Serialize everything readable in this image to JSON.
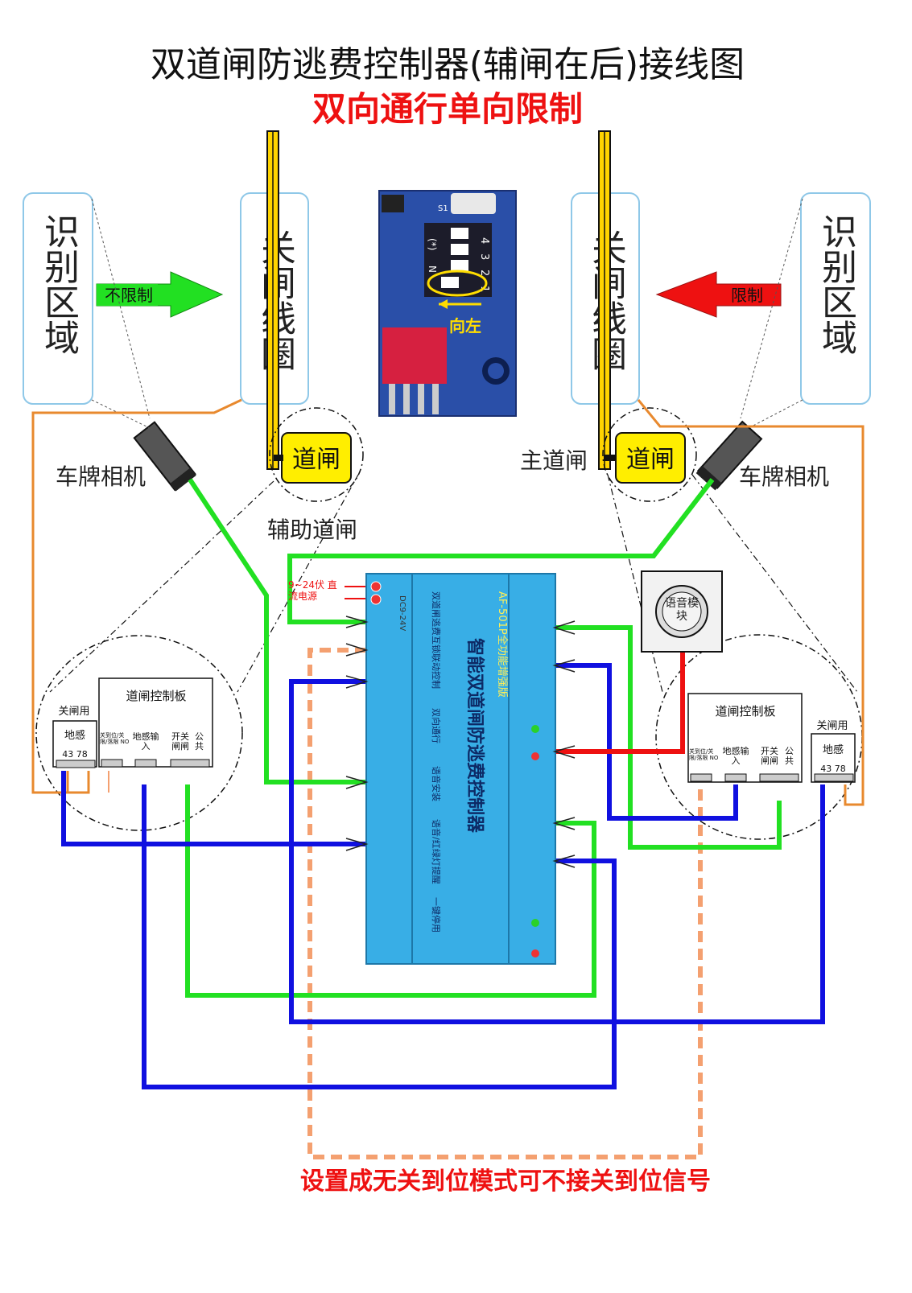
{
  "title": "双道闸防逃费控制器(辅闸在后)接线图",
  "subtitle": "双向通行单向限制",
  "footer_note": "设置成无关到位模式可不接关到位信号",
  "left": {
    "recognition_area": "识别区域",
    "loop_coil": "关闸线圈",
    "arrow_label": "不限制",
    "gate": "道闸",
    "gate_caption": "辅助道闸",
    "camera": "车牌相机"
  },
  "right": {
    "recognition_area": "识别区域",
    "loop_coil": "关闸线圈",
    "arrow_label": "限制",
    "gate": "道闸",
    "gate_caption": "主道闸",
    "camera": "车牌相机"
  },
  "dip_switch": {
    "label_s1": "S1",
    "numbers": [
      "4",
      "3",
      "2",
      "1"
    ],
    "mark": "(*)",
    "on_label": "N",
    "direction": "向左"
  },
  "power": {
    "label": "9~24伏 直流电源",
    "board_label": "DC9-24V"
  },
  "controller": {
    "model": "AF-501P全功能增强版",
    "name": "智能双道闸防逃费控制器",
    "features": [
      "双道闸逃费互锁联动控制",
      "双向通行",
      "语音安装",
      "语音/红绿灯提醒",
      "一键停用"
    ]
  },
  "voice_module": "语音模块",
  "left_board": {
    "title": "道闸控制板",
    "loop_box_title": "关闸用",
    "loop_box_label": "地感",
    "terminal_numbers": "43  78",
    "in_position": "关到位/关限/落限 NO",
    "loop_input": "地感输入",
    "open_close": "开关闸闸",
    "common": "公共"
  },
  "right_board": {
    "title": "道闸控制板",
    "loop_box_title": "关闸用",
    "loop_box_label": "地感",
    "terminal_numbers": "43  78",
    "in_position": "关到位/关限/落限 NO",
    "loop_input": "地感输入",
    "open_close": "开关闸闸",
    "common": "公共"
  },
  "colors": {
    "green_wire": "#22e022",
    "blue_wire": "#1010e0",
    "red_wire": "#ee1111",
    "orange_wire": "#e8892e",
    "dashed_orange": "#f4a070",
    "controller_blue": "#38aee6",
    "gate_yellow": "#ffee00",
    "title_red": "#ee1111"
  }
}
